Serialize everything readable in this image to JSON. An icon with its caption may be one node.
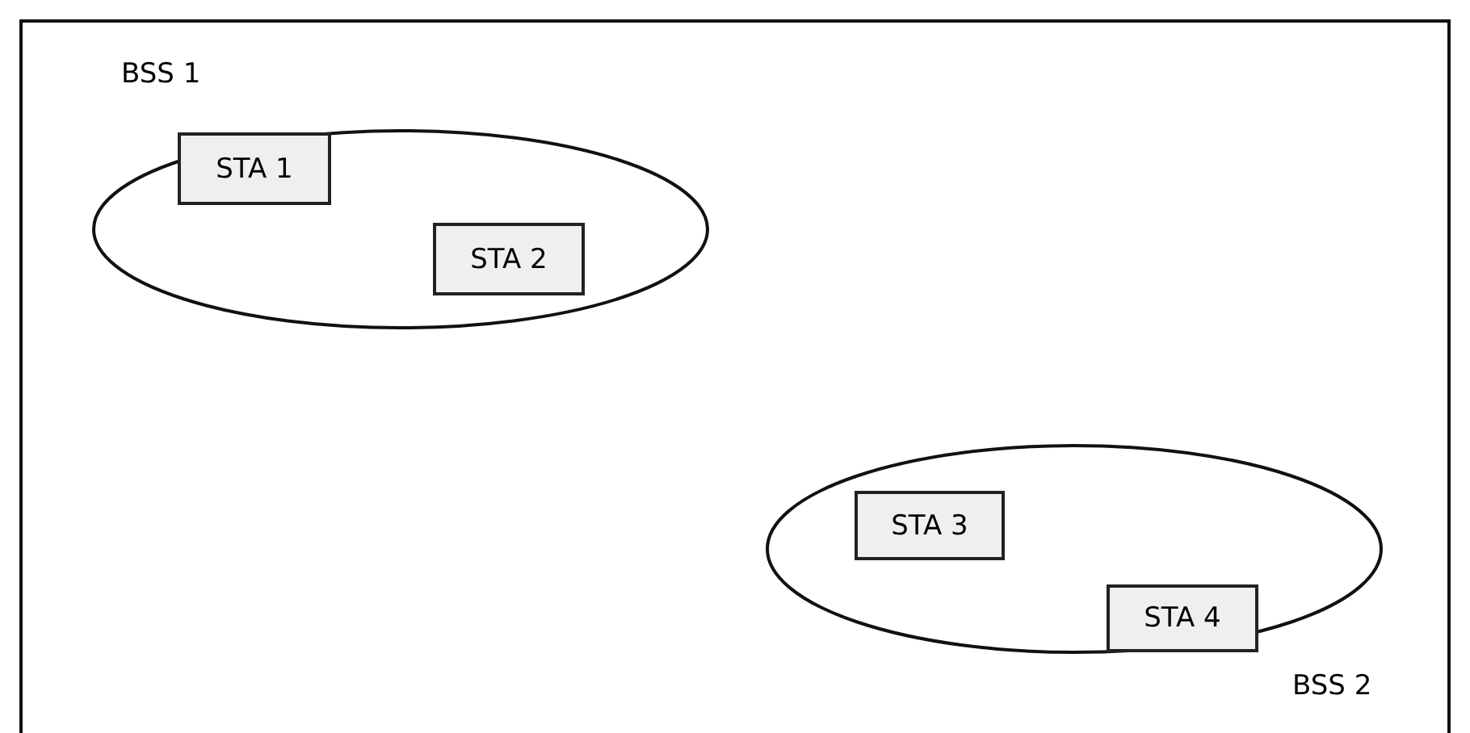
{
  "diagram": {
    "nodes": [
      {
        "text": [
          "BSS 1"
        ]
      },
      {
        "text": [
          "STA 1"
        ],
        "in": 0
      },
      {
        "text": [
          "STA 2"
        ],
        "in": 0
      },
      {
        "text": [
          "BSS 2"
        ]
      },
      {
        "text": [
          "STA 3"
        ],
        "in": 3
      },
      {
        "text": [
          "STA 4"
        ],
        "in": 3
      }
    ]
  }
}
